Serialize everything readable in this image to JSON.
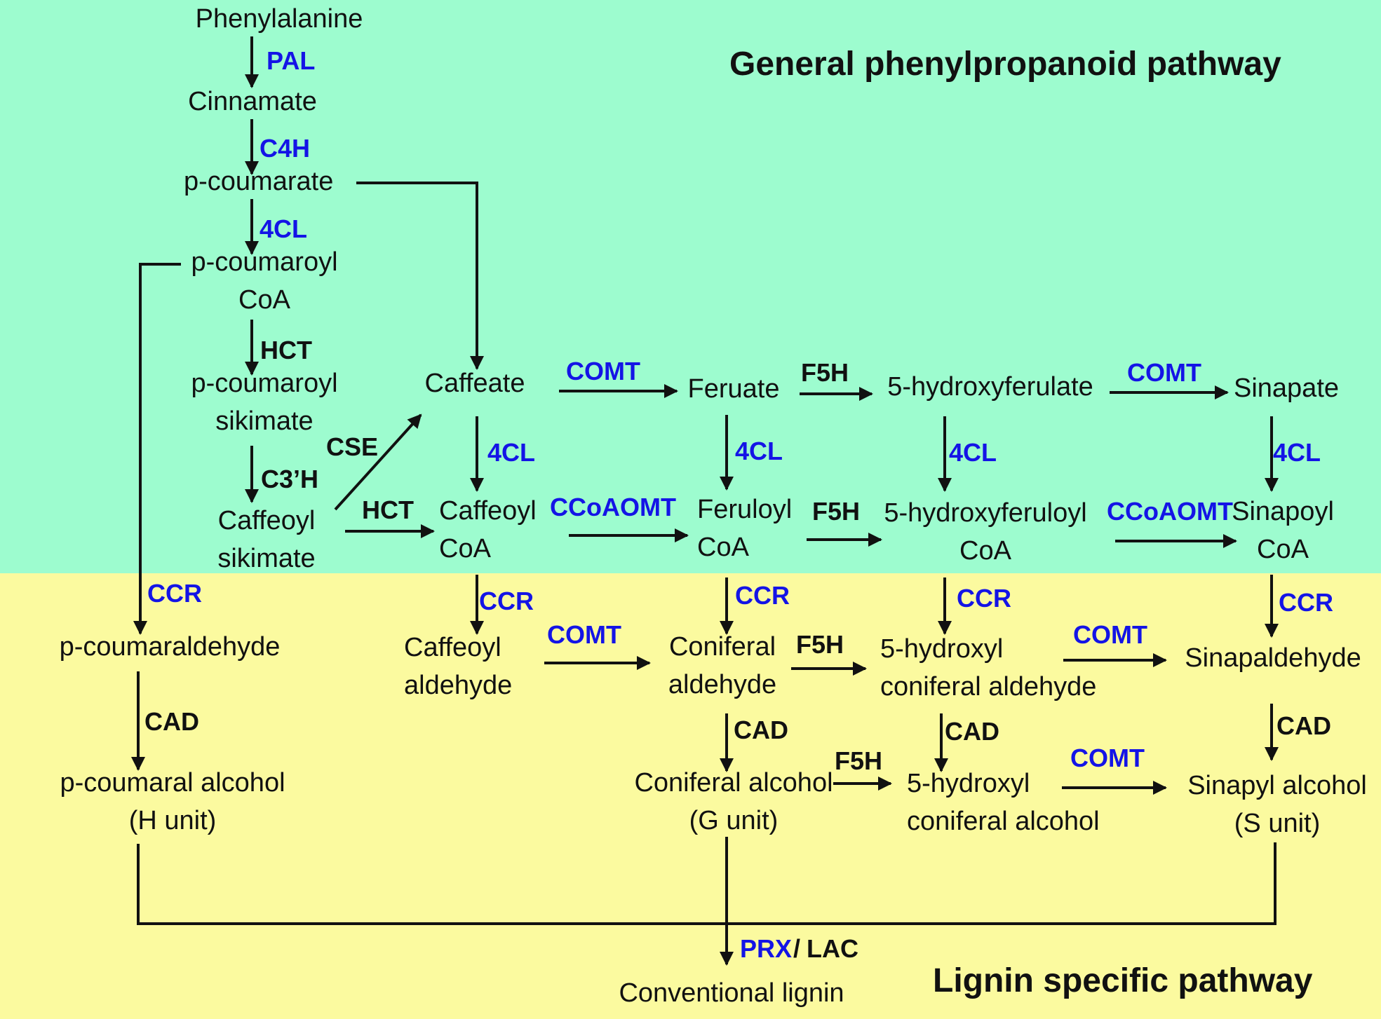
{
  "colors": {
    "general_background": "#9dfccf",
    "lignin_background": "#fbfa9f",
    "enzyme_blue": "#1414e6",
    "enzyme_black": "#111111",
    "arrow": "#111111"
  },
  "regions": {
    "general": {
      "title": "General phenylpropanoid pathway"
    },
    "lignin": {
      "title": "Lignin specific pathway"
    }
  },
  "compounds": {
    "phenylalanine": [
      "Phenylalanine"
    ],
    "cinnamate": [
      "Cinnamate"
    ],
    "p_coumarate": [
      "p-coumarate"
    ],
    "p_coumaroyl_coa": [
      "p-coumaroyl",
      "CoA"
    ],
    "p_coumaroyl_sikimate": [
      "p-coumaroyl",
      "sikimate"
    ],
    "caffeoyl_sikimate": [
      "Caffeoyl",
      "sikimate"
    ],
    "caffeate": [
      "Caffeate"
    ],
    "feruate": [
      "Feruate"
    ],
    "hydroxyferulate": [
      "5-hydroxyferulate"
    ],
    "sinapate": [
      "Sinapate"
    ],
    "caffeoyl_coa": [
      "Caffeoyl",
      "CoA"
    ],
    "feruloyl_coa": [
      "Feruloyl",
      "CoA"
    ],
    "hydroxyferuloyl_coa": [
      "5-hydroxyferuloyl",
      "CoA"
    ],
    "sinapoyl_coa": [
      "Sinapoyl",
      "CoA"
    ],
    "p_coumaraldehyde": [
      "p-coumaraldehyde"
    ],
    "caffeoyl_aldehyde": [
      "Caffeoyl",
      "aldehyde"
    ],
    "coniferal_aldehyde": [
      "Coniferal",
      "aldehyde"
    ],
    "hydroxyl_coniferal_aldehyde": [
      "5-hydroxyl",
      "coniferal aldehyde"
    ],
    "sinapaldehyde": [
      "Sinapaldehyde"
    ],
    "p_coumaral_alcohol": [
      "p-coumaral alcohol",
      "(H unit)"
    ],
    "coniferal_alcohol": [
      "Coniferal alcohol",
      "(G unit)"
    ],
    "hydroxyl_coniferal_alcohol": [
      "5-hydroxyl",
      "coniferal alcohol"
    ],
    "sinapyl_alcohol": [
      "Sinapyl alcohol",
      "(S unit)"
    ],
    "conventional_lignin": [
      "Conventional lignin"
    ]
  },
  "enzymes": {
    "pal": {
      "label": "PAL",
      "color": "blue"
    },
    "c4h": {
      "label": "C4H",
      "color": "blue"
    },
    "fourcl_pcoumarate": {
      "label": "4CL",
      "color": "blue"
    },
    "hct_1": {
      "label": "HCT",
      "color": "black"
    },
    "c3h": {
      "label": "C3’H",
      "color": "black"
    },
    "cse": {
      "label": "CSE",
      "color": "black"
    },
    "hct_2": {
      "label": "HCT",
      "color": "black"
    },
    "comt_caffeate": {
      "label": "COMT",
      "color": "blue"
    },
    "f5h_feruate": {
      "label": "F5H",
      "color": "black"
    },
    "comt_hydroxyferulate": {
      "label": "COMT",
      "color": "blue"
    },
    "fourcl_caffeate": {
      "label": "4CL",
      "color": "blue"
    },
    "fourcl_feruate": {
      "label": "4CL",
      "color": "blue"
    },
    "fourcl_hydroxyferulate": {
      "label": "4CL",
      "color": "blue"
    },
    "fourcl_sinapate": {
      "label": "4CL",
      "color": "blue"
    },
    "ccoaomt_1": {
      "label": "CCoAOMT",
      "color": "blue"
    },
    "f5h_feruloyl": {
      "label": "F5H",
      "color": "black"
    },
    "ccoaomt_2": {
      "label": "CCoAOMT",
      "color": "blue"
    },
    "ccr_pcoumaroyl": {
      "label": "CCR",
      "color": "blue"
    },
    "ccr_caffeoyl": {
      "label": "CCR",
      "color": "blue"
    },
    "ccr_feruloyl": {
      "label": "CCR",
      "color": "blue"
    },
    "ccr_hydroxyferuloyl": {
      "label": "CCR",
      "color": "blue"
    },
    "ccr_sinapoyl": {
      "label": "CCR",
      "color": "blue"
    },
    "comt_caffeoyl_aldehyde": {
      "label": "COMT",
      "color": "blue"
    },
    "f5h_coniferal_aldehyde": {
      "label": "F5H",
      "color": "black"
    },
    "comt_hydroxyl_aldehyde": {
      "label": "COMT",
      "color": "blue"
    },
    "cad_p_coumaraldehyde": {
      "label": "CAD",
      "color": "black"
    },
    "cad_coniferal": {
      "label": "CAD",
      "color": "black"
    },
    "cad_hydroxyl": {
      "label": "CAD",
      "color": "black"
    },
    "cad_sinapaldehyde": {
      "label": "CAD",
      "color": "black"
    },
    "f5h_coniferal_alcohol": {
      "label": "F5H",
      "color": "black"
    },
    "comt_hydroxyl_alcohol": {
      "label": "COMT",
      "color": "blue"
    },
    "prx": {
      "label": "PRX",
      "color": "blue"
    },
    "slash": {
      "label": "/",
      "color": "black"
    },
    "lac": {
      "label": "LAC",
      "color": "black"
    }
  }
}
